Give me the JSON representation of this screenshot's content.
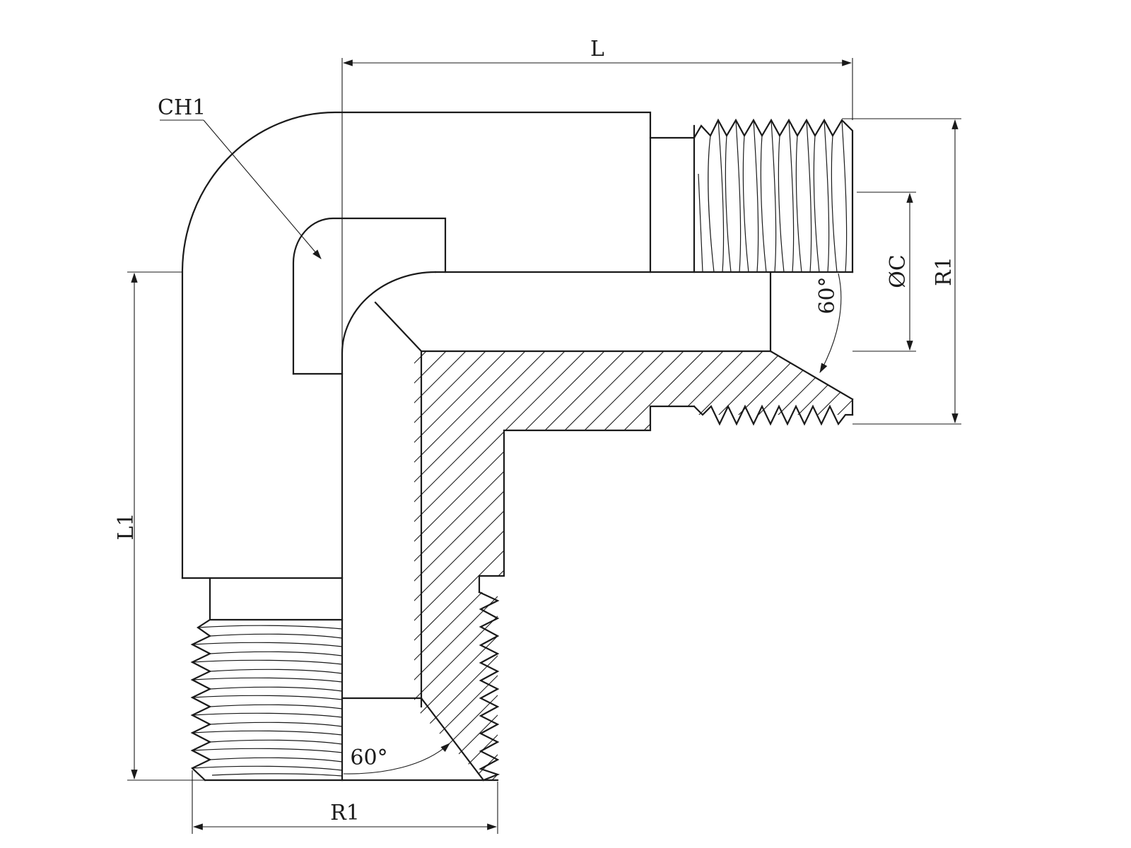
{
  "labels": {
    "length_l": "L",
    "length_l1": "L1",
    "hex_ch1": "CH1",
    "thread_r1_bottom": "R1",
    "thread_r1_right": "R1",
    "bore_dia_c": "ØC",
    "cone_angle_right": "60°",
    "cone_angle_bottom": "60°"
  },
  "colors": {
    "stroke": "#1a1a1a",
    "background": "#ffffff"
  }
}
